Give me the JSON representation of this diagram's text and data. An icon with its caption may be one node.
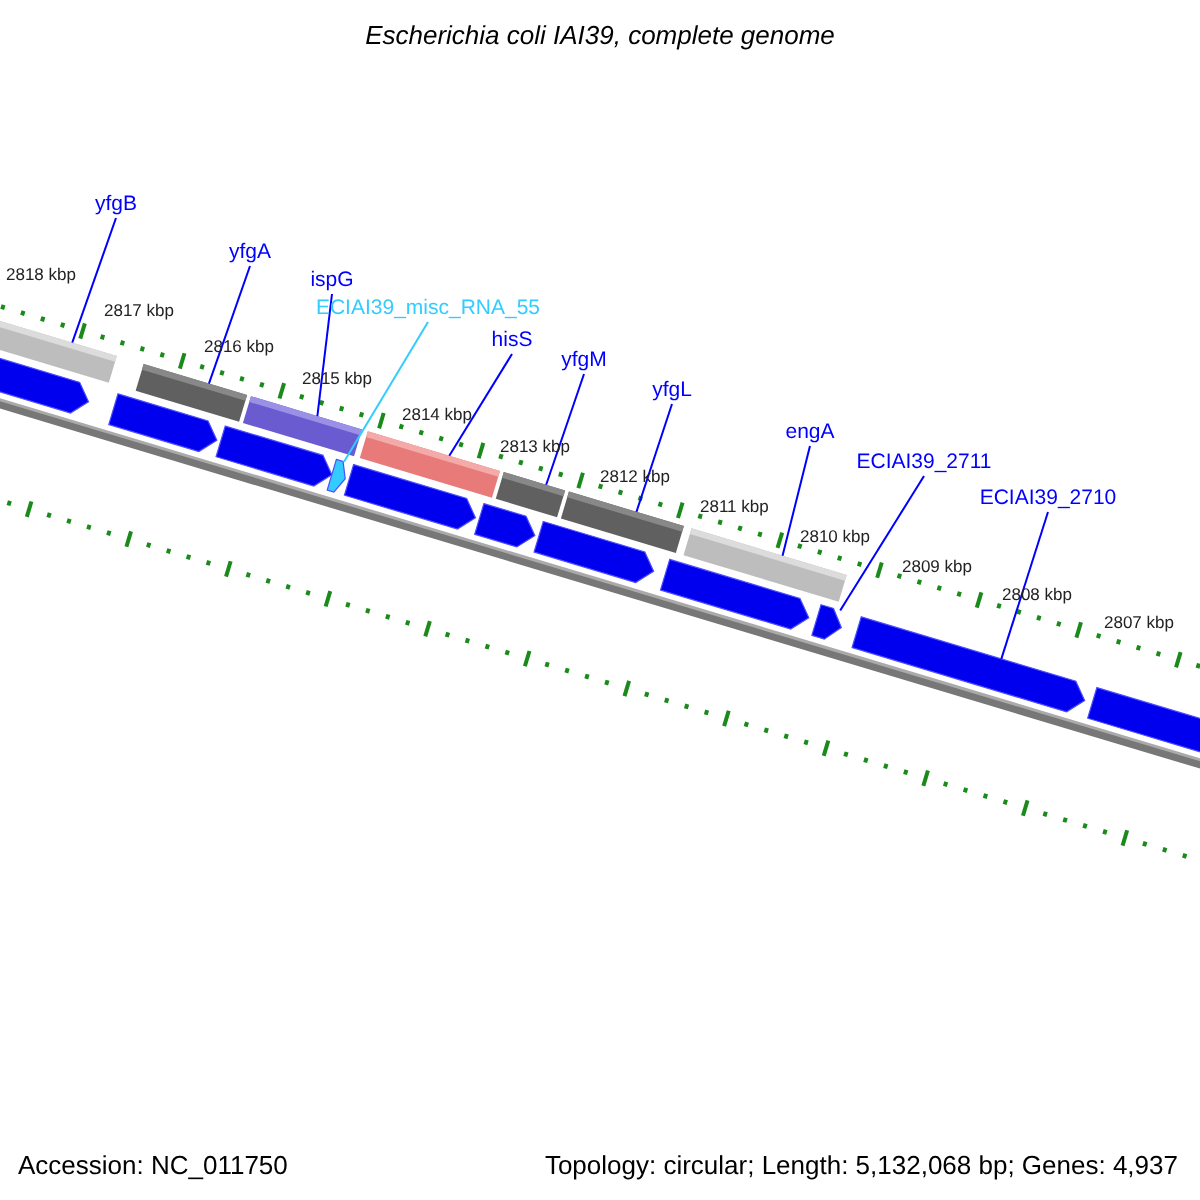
{
  "diagram": {
    "title": "Escherichia coli IAI39, complete genome",
    "nodes": [
      {
        "text": [
          "yfgB"
        ]
      },
      {
        "text": [
          "yfgA"
        ]
      },
      {
        "text": [
          "ispG"
        ]
      },
      {
        "text": [
          "ECIAI39_misc_RNA_55"
        ]
      },
      {
        "text": [
          "hisS"
        ]
      },
      {
        "text": [
          "yfgM"
        ]
      },
      {
        "text": [
          "yfgL"
        ]
      },
      {
        "text": [
          "engA"
        ]
      },
      {
        "text": [
          "ECIAI39_2711"
        ]
      },
      {
        "text": [
          "ECIAI39_2710"
        ]
      },
      {
        "text": [],
        "shape": "bar"
      },
      {
        "text": [],
        "shape": "bar"
      },
      {
        "text": [],
        "shape": "bar"
      },
      {
        "text": [],
        "shape": "bar"
      },
      {
        "text": [],
        "shape": "bar"
      },
      {
        "text": [],
        "shape": "bar"
      },
      {
        "text": [],
        "shape": "bar"
      },
      {
        "text": [],
        "shape": "pentagon"
      },
      {
        "text": [],
        "shape": "pentagon"
      },
      {
        "text": [],
        "shape": "pentagon"
      },
      {
        "text": [],
        "shape": "pentagon"
      },
      {
        "text": [],
        "shape": "pentagon"
      },
      {
        "text": [],
        "shape": "pentagon"
      },
      {
        "text": [],
        "shape": "pentagon"
      },
      {
        "text": [],
        "shape": "pentagon"
      },
      {
        "text": [],
        "shape": "pentagon"
      },
      {
        "text": [],
        "shape": "pentagon"
      },
      {
        "text": [],
        "shape": "pentagon"
      }
    ],
    "edges": [
      {
        "from": 0,
        "to": 10,
        "arrow": "none"
      },
      {
        "from": 1,
        "to": 11,
        "arrow": "none"
      },
      {
        "from": 2,
        "to": 12,
        "arrow": "none"
      },
      {
        "from": 3,
        "to": 20,
        "arrow": "none",
        "color": "#33ccff"
      },
      {
        "from": 4,
        "to": 13,
        "arrow": "none"
      },
      {
        "from": 5,
        "to": 14,
        "arrow": "none"
      },
      {
        "from": 6,
        "to": 15,
        "arrow": "none"
      },
      {
        "from": 7,
        "to": 16,
        "arrow": "none"
      },
      {
        "from": 8,
        "to": 25,
        "arrow": "none"
      },
      {
        "from": 9,
        "to": 26,
        "arrow": "none"
      }
    ],
    "labels": [
      "2818 kbp",
      "2817 kbp",
      "2816 kbp",
      "2815 kbp",
      "2814 kbp",
      "2813 kbp",
      "2812 kbp",
      "2811 kbp",
      "2810 kbp",
      "2809 kbp",
      "2808 kbp",
      "2807 kbp",
      "Accession: NC_011750",
      "Topology: circular; Length: 5,132,068 bp; Genes: 4,937"
    ]
  }
}
